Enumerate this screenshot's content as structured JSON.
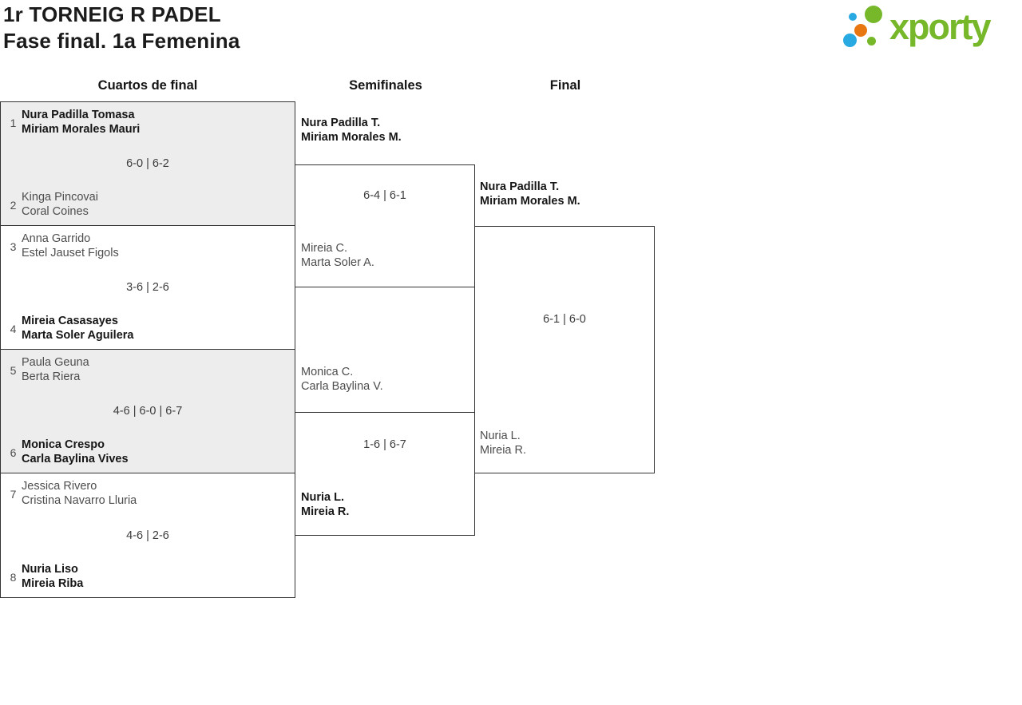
{
  "header": {
    "title_line1": "1r TORNEIG R PADEL",
    "title_line2": "Fase final. 1a Femenina"
  },
  "logo": {
    "brand": "xporty",
    "colors": {
      "green": "#76b82a",
      "blue": "#29a9e1",
      "orange": "#e87711"
    }
  },
  "colors": {
    "match_alt_background": "#ededed",
    "border": "#333333",
    "winner_text": "#161616",
    "regular_text": "#4d4d4d"
  },
  "columns": [
    {
      "label": "Cuartos de final"
    },
    {
      "label": "Semifinales"
    },
    {
      "label": "Final"
    }
  ],
  "bracket": {
    "quarterfinals": [
      {
        "seed_top": "1",
        "team_top": [
          "Nura Padilla Tomasa",
          "Miriam Morales Mauri"
        ],
        "top_winner": true,
        "score": "6-0 | 6-2",
        "seed_bottom": "2",
        "team_bottom": [
          "Kinga Pincovai",
          "Coral Coines"
        ],
        "bottom_winner": false
      },
      {
        "seed_top": "3",
        "team_top": [
          "Anna Garrido",
          "Estel Jauset Figols"
        ],
        "top_winner": false,
        "score": "3-6 | 2-6",
        "seed_bottom": "4",
        "team_bottom": [
          "Mireia Casasayes",
          "Marta Soler Aguilera"
        ],
        "bottom_winner": true
      },
      {
        "seed_top": "5",
        "team_top": [
          "Paula Geuna",
          "Berta Riera"
        ],
        "top_winner": false,
        "score": "4-6 | 6-0 | 6-7",
        "seed_bottom": "6",
        "team_bottom": [
          "Monica Crespo",
          "Carla Baylina Vives"
        ],
        "bottom_winner": true
      },
      {
        "seed_top": "7",
        "team_top": [
          "Jessica Rivero",
          "Cristina Navarro Lluria"
        ],
        "top_winner": false,
        "score": "4-6 | 2-6",
        "seed_bottom": "8",
        "team_bottom": [
          "Nuria Liso",
          "Mireia Riba"
        ],
        "bottom_winner": true
      }
    ],
    "semifinals": [
      {
        "team_top": [
          "Nura Padilla T.",
          "Miriam Morales M."
        ],
        "top_winner": true,
        "score": "6-4 | 6-1",
        "team_bottom": [
          "Mireia C.",
          "Marta Soler A."
        ],
        "bottom_winner": false
      },
      {
        "team_top": [
          "Monica C.",
          "Carla Baylina V."
        ],
        "top_winner": false,
        "score": "1-6 | 6-7",
        "team_bottom": [
          "Nuria L.",
          "Mireia R."
        ],
        "bottom_winner": true
      }
    ],
    "final": {
      "team_top": [
        "Nura Padilla T.",
        "Miriam Morales M."
      ],
      "top_winner": true,
      "score": "6-1 | 6-0",
      "team_bottom": [
        "Nuria L.",
        "Mireia R."
      ],
      "bottom_winner": false
    }
  }
}
